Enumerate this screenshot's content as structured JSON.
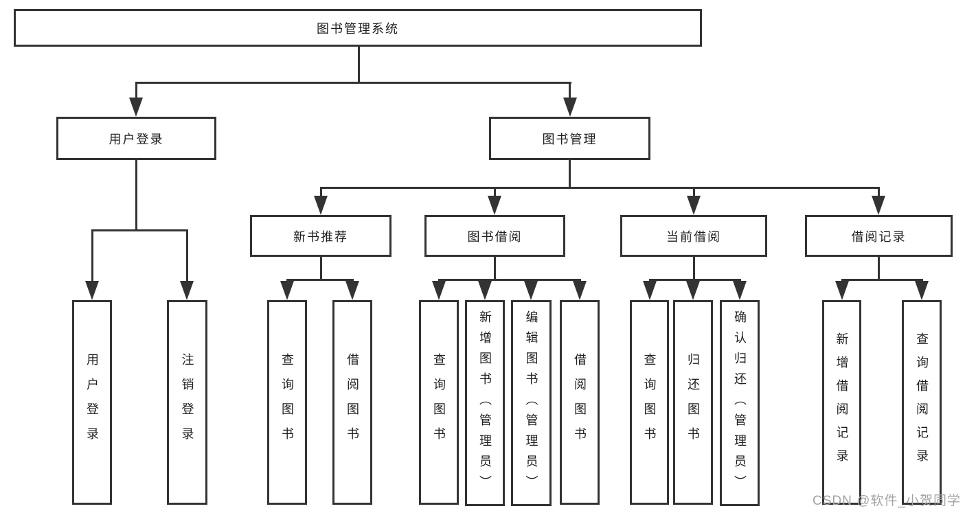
{
  "diagram": {
    "root": {
      "label": "图书管理系统"
    },
    "branches": [
      {
        "label": "用户登录",
        "children": [
          {
            "label": "用户登录"
          },
          {
            "label": "注销登录"
          }
        ]
      },
      {
        "label": "图书管理",
        "sections": [
          {
            "label": "新书推荐",
            "children": [
              {
                "label": "查询图书"
              },
              {
                "label": "借阅图书"
              }
            ]
          },
          {
            "label": "图书借阅",
            "children": [
              {
                "label": "查询图书"
              },
              {
                "label": "新增图书（管理员）"
              },
              {
                "label": "编辑图书（管理员）"
              },
              {
                "label": "借阅图书"
              }
            ]
          },
          {
            "label": "当前借阅",
            "children": [
              {
                "label": "查询图书"
              },
              {
                "label": "归还图书"
              },
              {
                "label": "确认归还（管理员）"
              }
            ]
          },
          {
            "label": "借阅记录",
            "children": [
              {
                "label": "新增借阅记录"
              },
              {
                "label": "查询借阅记录"
              }
            ]
          }
        ]
      }
    ]
  },
  "watermark": {
    "text": "CSDN @软件_小贺同学"
  },
  "colors": {
    "line": "#333333",
    "text": "#1f1f1f",
    "bg": "#ffffff",
    "watermark": "#a3a3a3"
  }
}
